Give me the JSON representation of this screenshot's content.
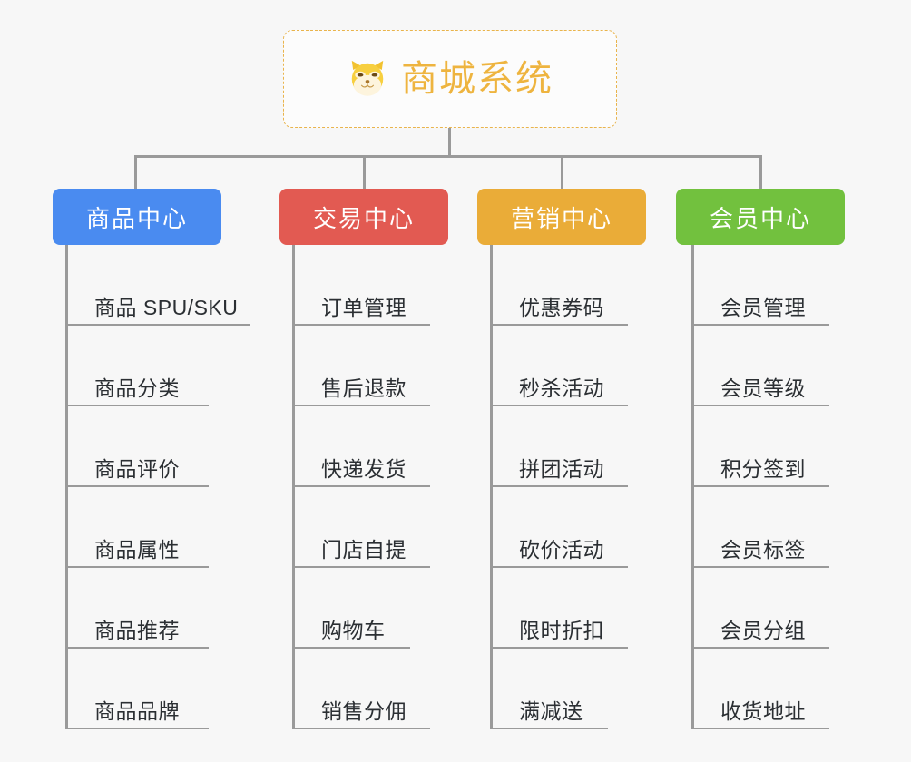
{
  "diagram": {
    "type": "mindmap",
    "background_color": "#f7f7f7",
    "connector_color": "#9a9a9a",
    "root": {
      "title": "商城系统",
      "icon": "shiba-dog-face-emoji",
      "text_color": "#eeb43f",
      "border_color": "#e9b44c",
      "background_color": "#fcfcfc"
    },
    "categories": [
      {
        "label": "商品中心",
        "color": "#4a8bf0",
        "items": [
          "商品 SPU/SKU",
          "商品分类",
          "商品评价",
          "商品属性",
          "商品推荐",
          "商品品牌"
        ]
      },
      {
        "label": "交易中心",
        "color": "#e25a52",
        "items": [
          "订单管理",
          "售后退款",
          "快递发货",
          "门店自提",
          "购物车",
          "销售分佣"
        ]
      },
      {
        "label": "营销中心",
        "color": "#eaac38",
        "items": [
          "优惠券码",
          "秒杀活动",
          "拼团活动",
          "砍价活动",
          "限时折扣",
          "满减送"
        ]
      },
      {
        "label": "会员中心",
        "color": "#72c13e",
        "items": [
          "会员管理",
          "会员等级",
          "积分签到",
          "会员标签",
          "会员分组",
          "收货地址"
        ]
      }
    ]
  }
}
